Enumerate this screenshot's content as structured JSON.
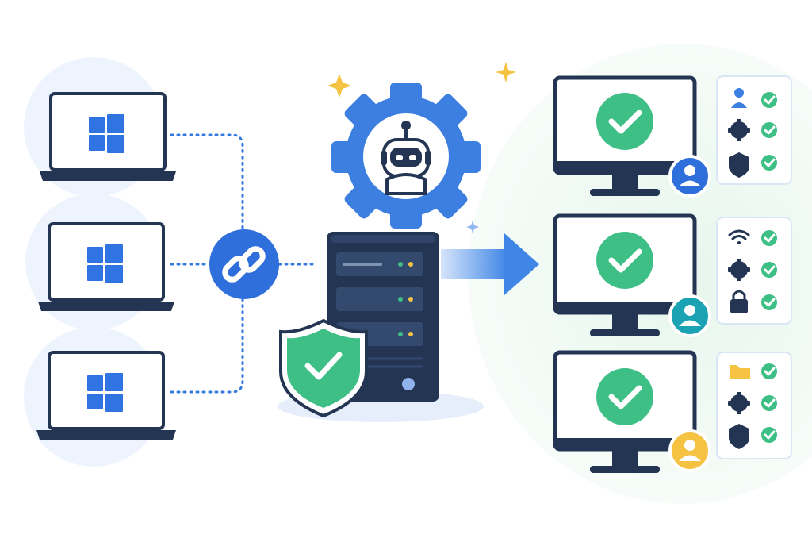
{
  "diagram": {
    "left_group": {
      "items": [
        {
          "device": "laptop",
          "logo": "windows-logo-icon"
        },
        {
          "device": "laptop",
          "logo": "windows-logo-icon"
        },
        {
          "device": "laptop",
          "logo": "windows-logo-icon"
        }
      ],
      "connector_style": "dotted"
    },
    "hub": {
      "icon": "link-icon"
    },
    "center": {
      "automation": "robot-gear-icon",
      "server": "server-rack-icon",
      "security": "shield-check-icon",
      "sparkles": [
        "sparkle-icon",
        "sparkle-icon",
        "sparkle-icon"
      ]
    },
    "flow_arrow": "arrow-right-icon",
    "right_group": {
      "items": [
        {
          "device": "monitor",
          "status": "check-icon",
          "user_badge_color": "#2f6fdc",
          "checklist": [
            "user-icon",
            "gear-icon",
            "shield-icon"
          ]
        },
        {
          "device": "monitor",
          "status": "check-icon",
          "user_badge_color": "#1ca3b3",
          "checklist": [
            "wifi-icon",
            "gear-icon",
            "lock-icon"
          ]
        },
        {
          "device": "monitor",
          "status": "check-icon",
          "user_badge_color": "#f5c242",
          "checklist": [
            "folder-icon",
            "gear-icon",
            "shield-icon"
          ]
        }
      ]
    },
    "colors": {
      "accent_blue": "#3479e0",
      "navy": "#233552",
      "check_green": "#3dbf86",
      "soft_blue_bg": "#eef4fd",
      "soft_green_bg": "#eef9f1"
    }
  }
}
